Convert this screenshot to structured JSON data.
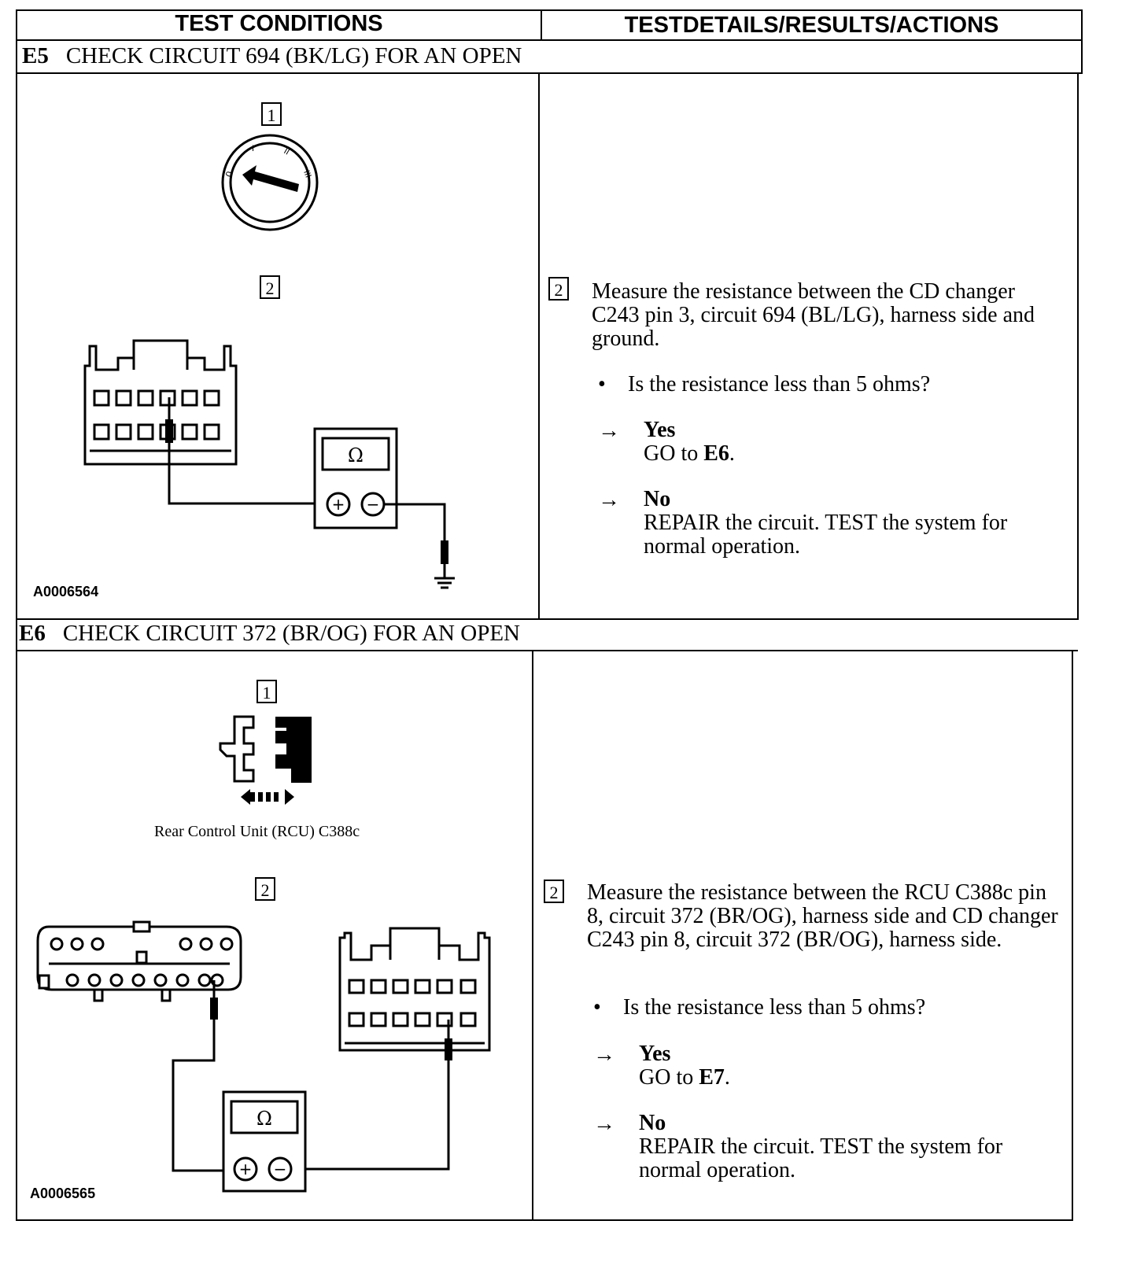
{
  "header": {
    "left": "TEST CONDITIONS",
    "right": "TESTDETAILS/RESULTS/ACTIONS"
  },
  "sections": [
    {
      "id": "E5",
      "title": "CHECK CIRCUIT 694 (BK/LG) FOR AN OPEN",
      "figure_id": "A0006564",
      "step1_num": "1",
      "step2_num": "2",
      "meter_symbol": "Ω",
      "plus": "+",
      "minus": "−",
      "instruction_num": "2",
      "instruction": "Measure the resistance between the CD changer C243 pin 3, circuit 694 (BL/LG), harness side and ground.",
      "bullet_mark": "•",
      "question": "Is the resistance less than 5 ohms?",
      "arrow": "→",
      "yes_label": "Yes",
      "yes_action_prefix": "GO to ",
      "yes_action_target": "E6",
      "yes_action_suffix": ".",
      "no_label": "No",
      "no_action": "REPAIR the circuit. TEST the system for normal operation."
    },
    {
      "id": "E6",
      "title": "CHECK CIRCUIT 372 (BR/OG) FOR AN OPEN",
      "figure_id": "A0006565",
      "step1_num": "1",
      "step2_num": "2",
      "caption": "Rear Control Unit (RCU) C388c",
      "meter_symbol": "Ω",
      "plus": "+",
      "minus": "−",
      "instruction_num": "2",
      "instruction": "Measure the resistance between the RCU C388c pin 8, circuit 372 (BR/OG), harness side and CD changer C243 pin 8, circuit 372 (BR/OG), harness side.",
      "bullet_mark": "•",
      "question": "Is the resistance less than 5 ohms?",
      "arrow": "→",
      "yes_label": "Yes",
      "yes_action_prefix": "GO to ",
      "yes_action_target": "E7",
      "yes_action_suffix": ".",
      "no_label": "No",
      "no_action": "REPAIR the circuit. TEST the system for normal operation."
    }
  ],
  "icons": [
    "ignition-switch-icon",
    "connector-icon",
    "ohmmeter-icon",
    "ground-icon",
    "disconnect-arrow-icon"
  ]
}
